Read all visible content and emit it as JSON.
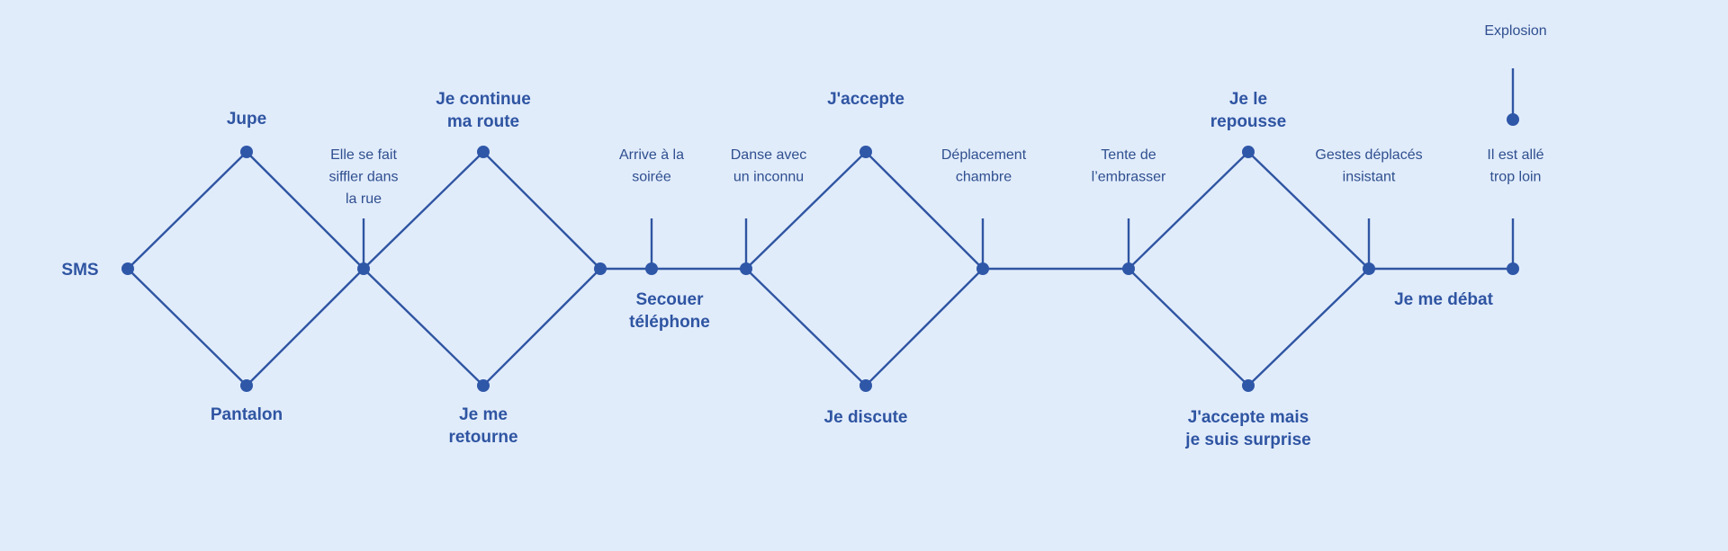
{
  "colors": {
    "background": "#e1ecfb",
    "line": "#2f55a2"
  },
  "choices": {
    "sms": [
      "SMS"
    ],
    "jupe": [
      "Jupe"
    ],
    "pantalon": [
      "Pantalon"
    ],
    "continue": [
      "Je continue",
      "ma route"
    ],
    "retourne": [
      "Je me",
      "retourne"
    ],
    "secouer": [
      "Secouer",
      "téléphone"
    ],
    "accepte": [
      "J'accepte"
    ],
    "discute": [
      "Je discute"
    ],
    "repousse": [
      "Je le",
      "repousse"
    ],
    "accepte_surprise": [
      "J'accepte mais",
      "je suis surprise"
    ],
    "debat": [
      "Je me débat"
    ]
  },
  "events": {
    "siffler": [
      "Elle se fait",
      "siffler dans",
      "la rue"
    ],
    "soiree": [
      "Arrive à la",
      "soirée"
    ],
    "danse": [
      "Danse avec",
      "un inconnu"
    ],
    "deplacement": [
      "Déplacement",
      "chambre"
    ],
    "embrasser": [
      "Tente de",
      "l’embrasser"
    ],
    "gestes": [
      "Gestes déplacés",
      "insistant"
    ],
    "trop_loin": [
      "Il est allé",
      "trop loin"
    ],
    "explosion": [
      "Explosion"
    ]
  }
}
